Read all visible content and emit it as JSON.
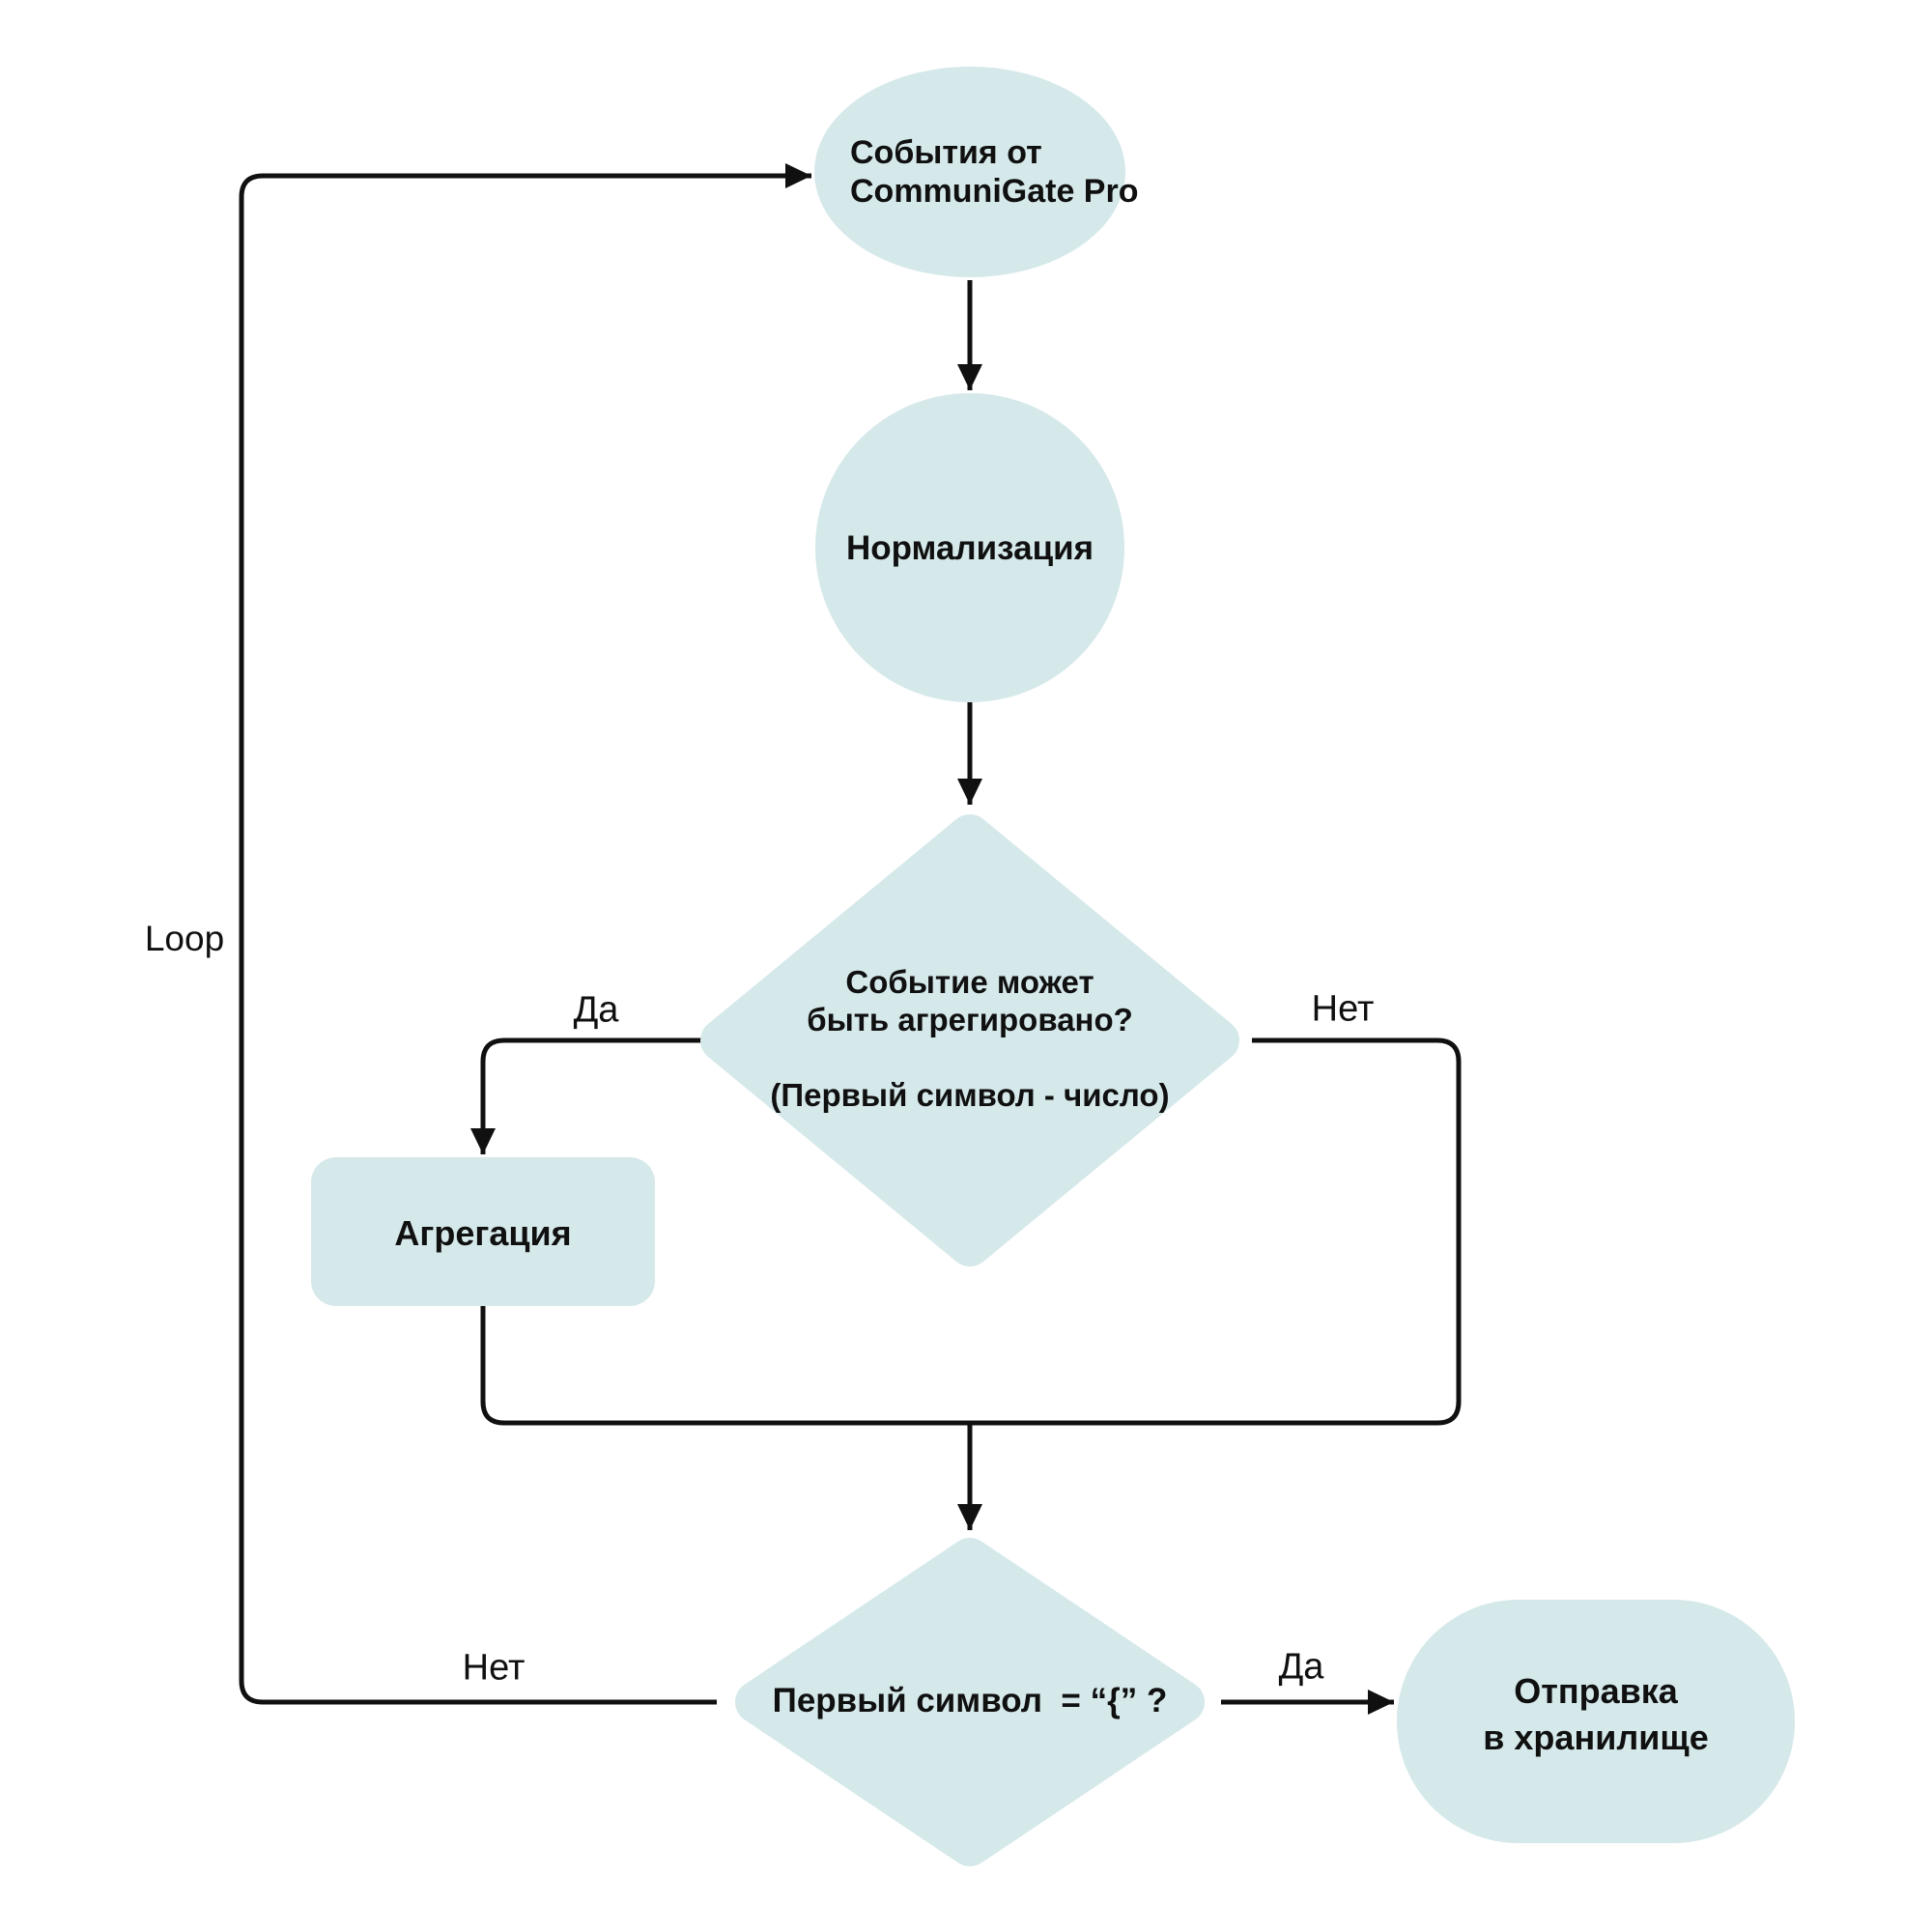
{
  "colors": {
    "background": "#ffffff",
    "node_fill": "#d5e8ea",
    "line": "#101010",
    "text": "#101010"
  },
  "nodes": {
    "start_event": {
      "shape": "ellipse",
      "label": "События от\nCommuniGate Pro"
    },
    "normalization": {
      "shape": "circle",
      "label": "Нормализация"
    },
    "aggregate_decision": {
      "shape": "diamond",
      "label": "Событие может\nбыть агрегировано?\n\n(Первый символ - число)"
    },
    "aggregation": {
      "shape": "rounded-rect",
      "label": "Агрегация"
    },
    "first_char_decision": {
      "shape": "diamond",
      "label": "Первый символ  = “{” ?"
    },
    "send_to_storage": {
      "shape": "stadium",
      "label": "Отправка\nв хранилище"
    }
  },
  "edge_labels": {
    "loop": "Loop",
    "aggregate_yes": "Да",
    "aggregate_no": "Нет",
    "first_char_no": "Нет",
    "first_char_yes": "Да"
  }
}
